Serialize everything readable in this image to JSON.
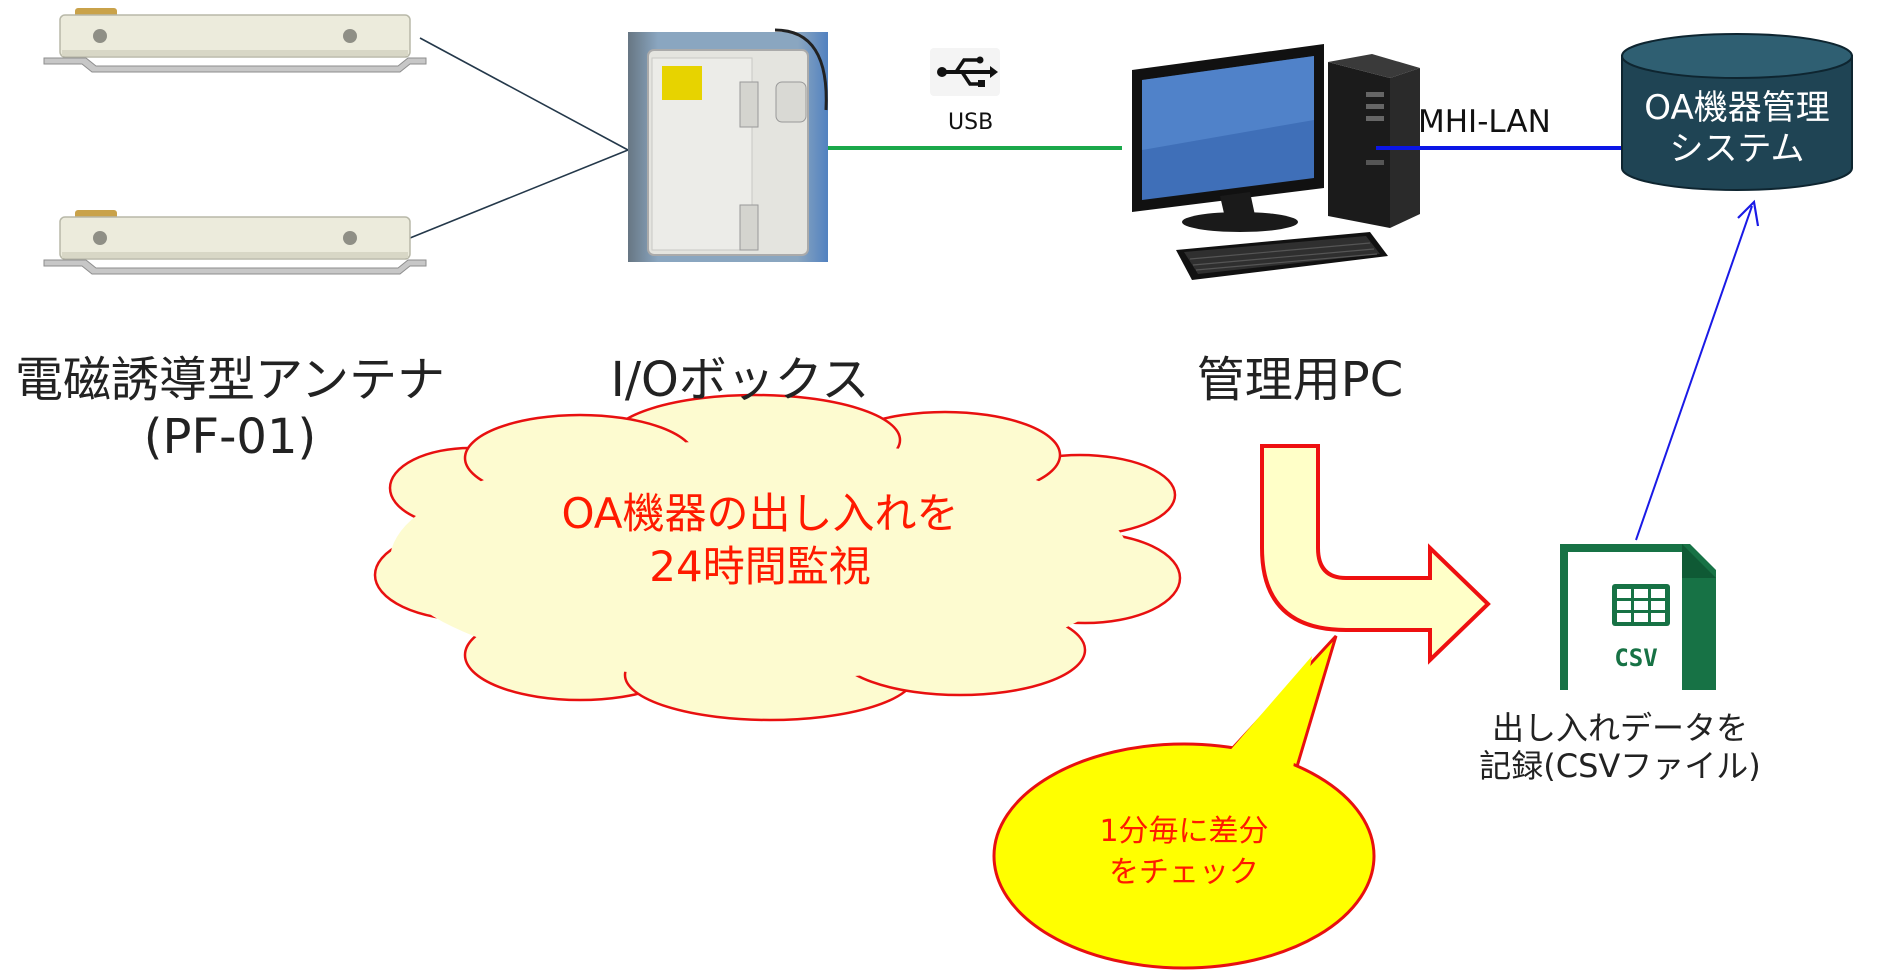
{
  "labels": {
    "antenna_line1": "電磁誘導型アンテナ",
    "antenna_line2": "(PF-01)",
    "io_box": "I/Oボックス",
    "pc": "管理用PC",
    "usb": "USB",
    "lan": "MHI-LAN",
    "db_line1": "OA機器管理",
    "db_line2": "システム",
    "csv_icon_text": "CSV",
    "csv_caption_line1": "出し入れデータを",
    "csv_caption_line2": "記録(CSVファイル)"
  },
  "cloud": {
    "line1": "OA機器の出し入れを",
    "line2": "24時間監視"
  },
  "bubble": {
    "line1": "1分毎に差分",
    "line2": "をチェック"
  },
  "colors": {
    "usb_line": "#1aa84a",
    "lan_line": "#0b16e6",
    "db_fill": "#1f4454",
    "cloud_fill": "#fdfbd0",
    "cloud_stroke": "#e81010",
    "bubble_fill": "#ffff00",
    "arrow_fill": "#ffffc8",
    "csv_green": "#177245",
    "accent_red": "#ff1a00"
  },
  "icons": [
    "antenna-device-icon",
    "io-box-icon",
    "usb-icon",
    "desktop-pc-icon",
    "database-icon",
    "csv-file-icon"
  ]
}
